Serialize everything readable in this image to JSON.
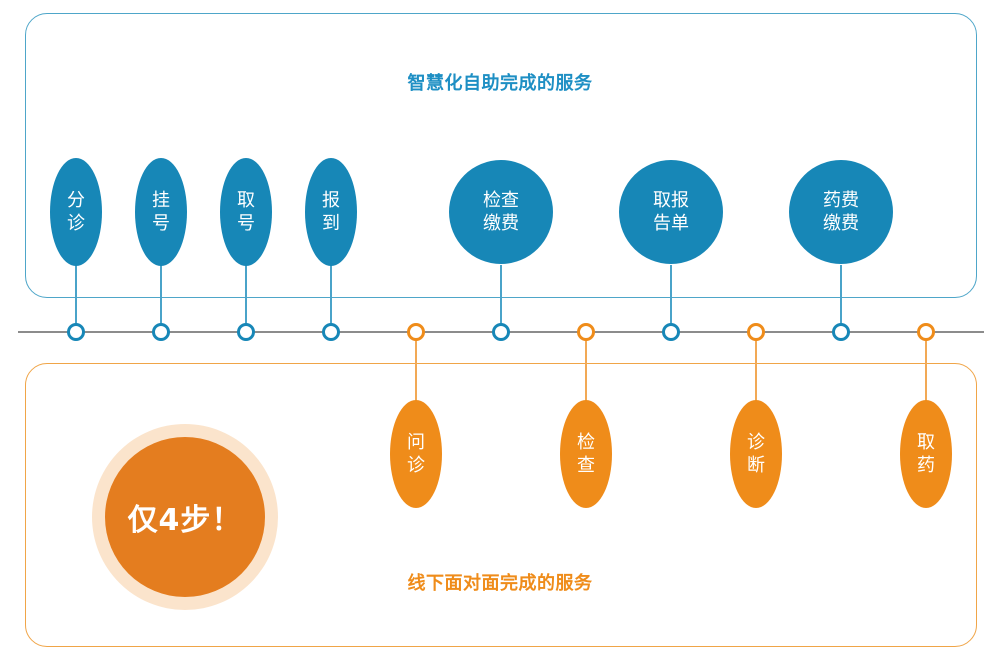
{
  "online": {
    "title": "智慧化自助完成的服务",
    "steps": [
      {
        "line1": "分",
        "line2": "诊"
      },
      {
        "line1": "挂",
        "line2": "号"
      },
      {
        "line1": "取",
        "line2": "号"
      },
      {
        "line1": "报",
        "line2": "到"
      },
      {
        "line1": "检查",
        "line2": "缴费"
      },
      {
        "line1": "取报",
        "line2": "告单"
      },
      {
        "line1": "药费",
        "line2": "缴费"
      }
    ]
  },
  "offline": {
    "title": "线下面对面完成的服务",
    "steps": [
      {
        "line1": "问",
        "line2": "诊"
      },
      {
        "line1": "检",
        "line2": "查"
      },
      {
        "line1": "诊",
        "line2": "断"
      },
      {
        "line1": "取",
        "line2": "药"
      }
    ]
  },
  "badge": {
    "text": "仅4步！"
  },
  "colors": {
    "blue": "#1787b7",
    "orange": "#ef8c1a",
    "badge_ring": "#fbe4cc"
  }
}
